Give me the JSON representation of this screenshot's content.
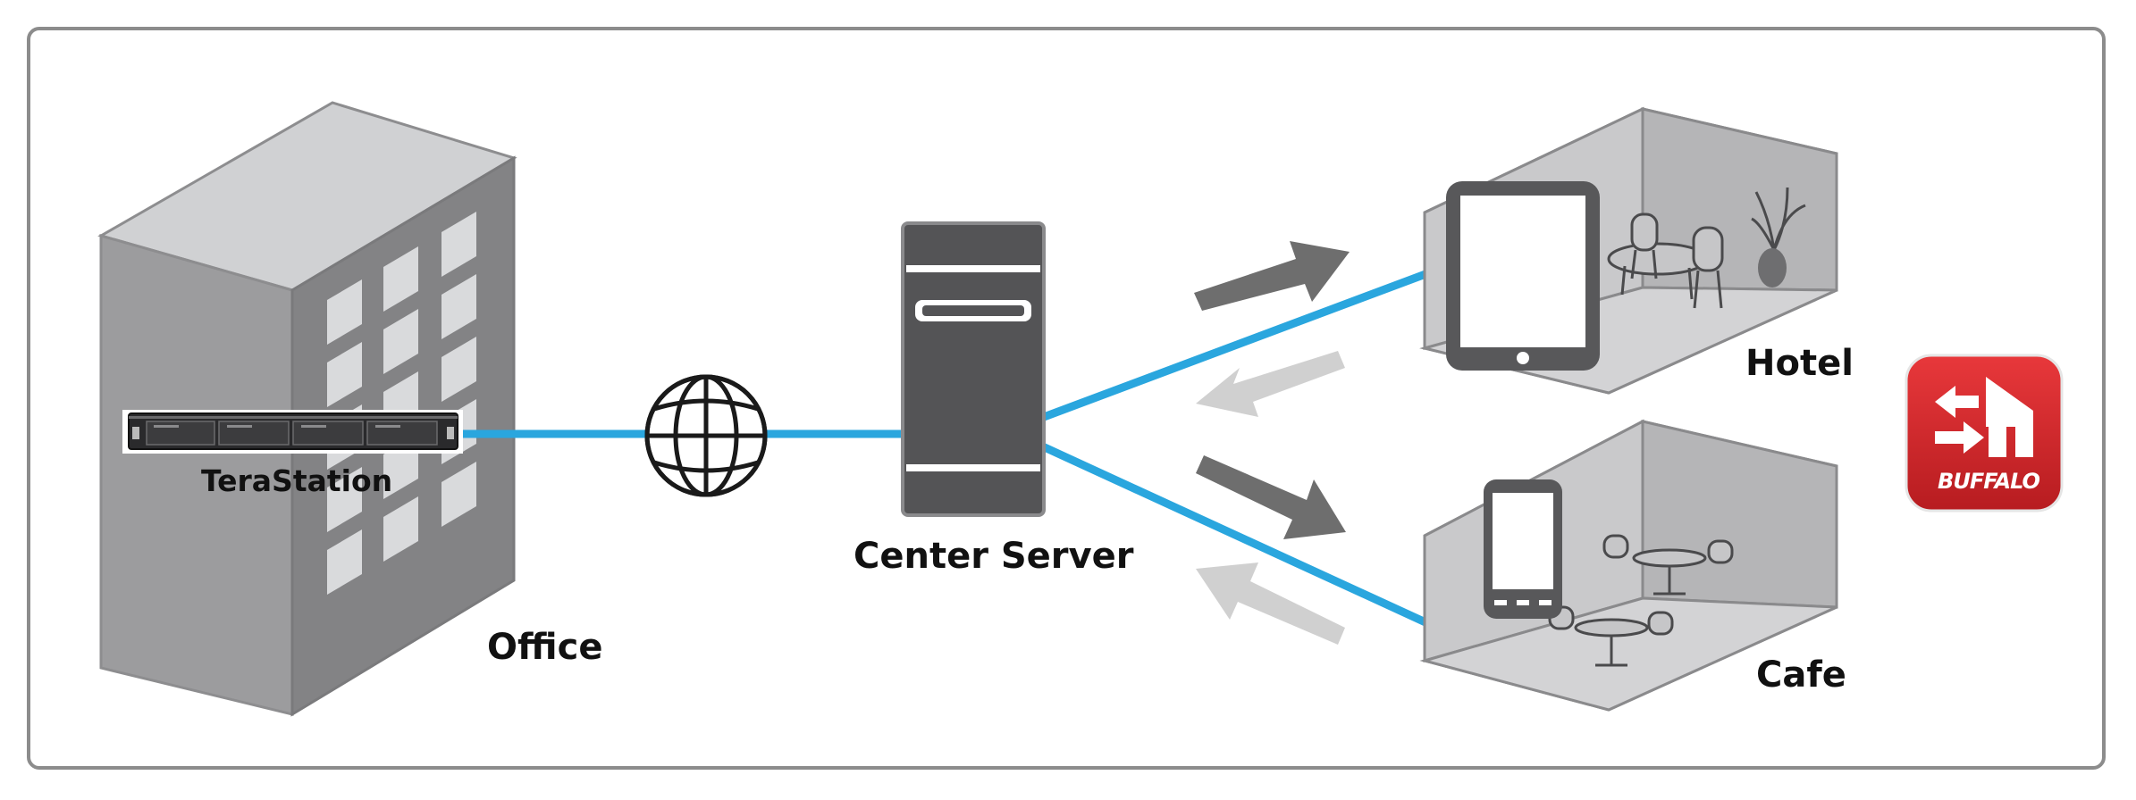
{
  "labels": {
    "office": "Office",
    "terastation": "TeraStation",
    "center_server": "Center Server",
    "hotel": "Hotel",
    "cafe": "Cafe"
  },
  "logo": {
    "text": "BUFFALO",
    "color": "#d6262b"
  },
  "colors": {
    "connection_line": "#2aa6de",
    "arrow_dark": "#6e6e6e",
    "arrow_light": "#d0d0d0",
    "building": "#9a9a9c",
    "server": "#545456"
  },
  "icons": [
    "building-icon",
    "nas-device-icon",
    "globe-icon",
    "server-tower-icon",
    "tablet-icon",
    "smartphone-icon",
    "room-icon",
    "buffalo-logo"
  ]
}
